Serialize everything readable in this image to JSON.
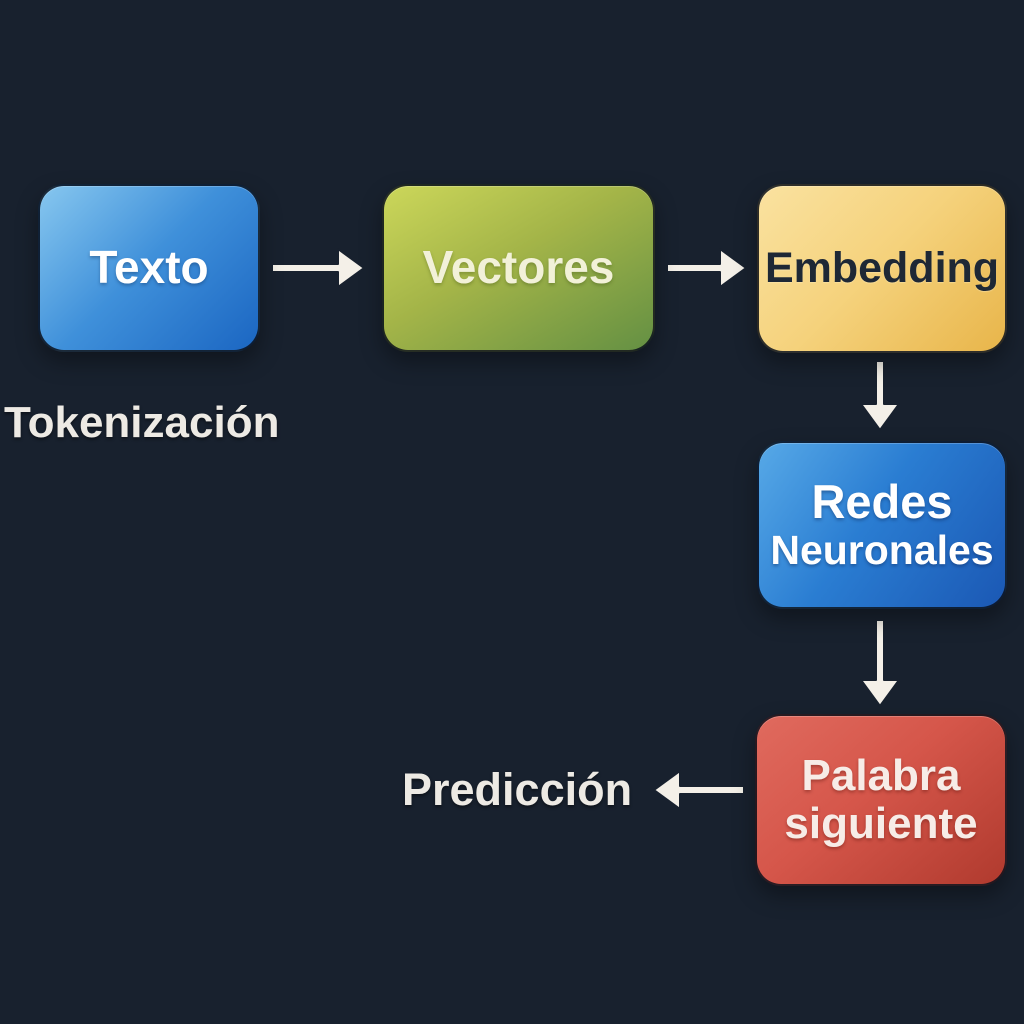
{
  "nodes": {
    "texto": {
      "label": "Texto"
    },
    "vectores": {
      "label": "Vectores"
    },
    "embedding": {
      "label": "Embedding"
    },
    "redes_neuronales": {
      "line1": "Redes",
      "line2": "Neuronales"
    },
    "palabra_siguiente": {
      "line1": "Palabra",
      "line2": "siguiente"
    }
  },
  "labels": {
    "tokenizacion": "Tokenización",
    "prediccion": "Predicción"
  },
  "colors": {
    "background": "#18212e",
    "arrow": "#f4f0e8",
    "arrow_outline": "#18212e",
    "texto_from": "#87c7ef",
    "texto_to": "#1b66c2",
    "vectores_from": "#ccd75a",
    "vectores_to": "#649043",
    "embedding_from": "#fae2a0",
    "embedding_to": "#e8b54a",
    "redes_from": "#57a9e7",
    "redes_to": "#1b58b4",
    "palabra_from": "#e06a5e",
    "palabra_to": "#b03a2e",
    "text_light": "#ffffff",
    "text_cream": "#f2f1d8",
    "text_dark": "#1e2835",
    "text_warm": "#f7ece7",
    "label_text": "#edeae4"
  }
}
